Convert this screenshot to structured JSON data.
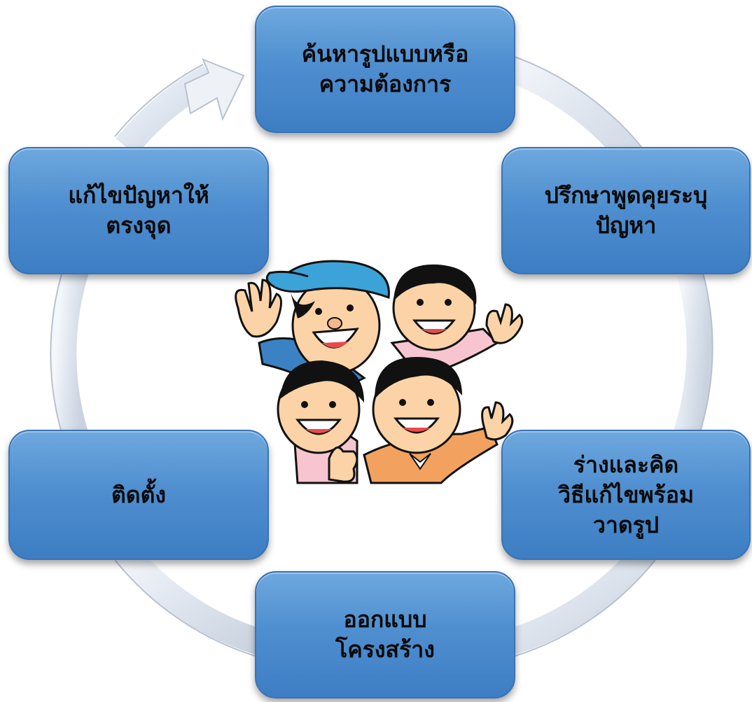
{
  "steps": [
    {
      "id": "search",
      "label": "ค้นหารูปแบบหรือ\nความต้องการ"
    },
    {
      "id": "consult",
      "label": "ปรึกษาพูดคุยระบุ\nปัญหา"
    },
    {
      "id": "draft",
      "label": "ร่างและคิด\nวิธีแก้ไขพร้อม\nวาดรูป"
    },
    {
      "id": "design",
      "label": "ออกแบบ\nโครงสร้าง"
    },
    {
      "id": "install",
      "label": "ติดตั้ง"
    },
    {
      "id": "fix",
      "label": "แก้ไขปัญหาให้\nตรงจุด"
    }
  ],
  "colors": {
    "box_top": "#6ea8de",
    "box_bottom": "#3d7dc3",
    "arrow": "#e4eaf2",
    "text": "#0a0a0a"
  },
  "center_image": "cartoon-kids-waving"
}
